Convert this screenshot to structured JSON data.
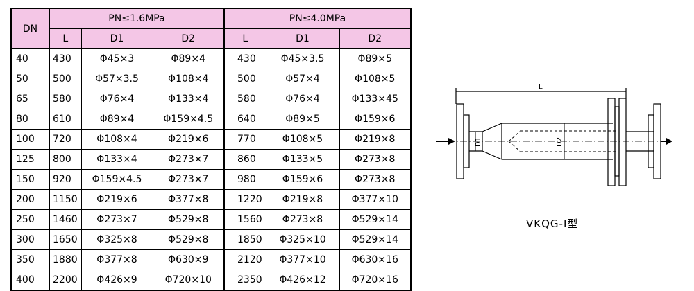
{
  "table": {
    "dn_header": "DN",
    "group1_header": "PN≤1.6MPa",
    "group2_header": "PN≤4.0MPa",
    "sub_headers": [
      "L",
      "D1",
      "D2",
      "L",
      "D1",
      "D2"
    ],
    "rows": [
      [
        "40",
        "430",
        "Φ45×3",
        "Φ89×4",
        "430",
        "Φ45×3.5",
        "Φ89×5"
      ],
      [
        "50",
        "500",
        "Φ57×3.5",
        "Φ108×4",
        "500",
        "Φ57×4",
        "Φ108×5"
      ],
      [
        "65",
        "580",
        "Φ76×4",
        "Φ133×4",
        "580",
        "Φ76×4",
        "Φ133×45"
      ],
      [
        "80",
        "610",
        "Φ89×4",
        "Φ159×4.5",
        "640",
        "Φ89×5",
        "Φ159×6"
      ],
      [
        "100",
        "720",
        "Φ108×4",
        "Φ219×6",
        "770",
        "Φ108×5",
        "Φ219×8"
      ],
      [
        "125",
        "800",
        "Φ133×4",
        "Φ273×7",
        "860",
        "Φ133×5",
        "Φ273×8"
      ],
      [
        "150",
        "920",
        "Φ159×4.5",
        "Φ273×7",
        "980",
        "Φ159×6",
        "Φ273×8"
      ],
      [
        "200",
        "1150",
        "Φ219×6",
        "Φ377×8",
        "1220",
        "Φ219×8",
        "Φ377×10"
      ],
      [
        "250",
        "1460",
        "Φ273×7",
        "Φ529×8",
        "1560",
        "Φ273×8",
        "Φ529×14"
      ],
      [
        "300",
        "1650",
        "Φ325×8",
        "Φ529×8",
        "1850",
        "Φ325×10",
        "Φ529×14"
      ],
      [
        "350",
        "1880",
        "Φ377×8",
        "Φ630×9",
        "2120",
        "Φ377×10",
        "Φ630×16"
      ],
      [
        "400",
        "2200",
        "Φ426×9",
        "Φ720×10",
        "2350",
        "Φ426×12",
        "Φ720×16"
      ]
    ]
  },
  "diagram": {
    "label_length": "L",
    "label_d1": "D1",
    "label_d2": "D2"
  },
  "caption": "VKQG-Ⅰ型"
}
